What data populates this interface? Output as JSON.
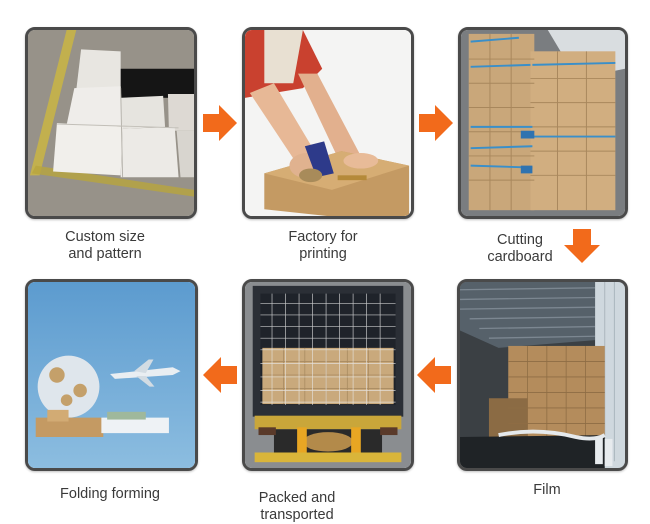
{
  "accent_color": "#f26a1b",
  "steps": [
    {
      "label": "Custom size\nand pattern",
      "line1": "Custom size",
      "line2": "and pattern",
      "image": "stacked-white-sheets-on-pallet"
    },
    {
      "label": "Factory for printing",
      "line1": "Factory for",
      "line2": "printing",
      "image": "worker-taping-cardboard-box"
    },
    {
      "label": "Cutting cardboard",
      "line1": "Cutting",
      "line2": "cardboard",
      "image": "pallets-of-cardboard-boxes-in-warehouse"
    },
    {
      "label": "Film",
      "line1": "Film",
      "line2": "",
      "image": "boxes-inside-shipping-container-with-film"
    },
    {
      "label": "Packed and transported",
      "line1": "Packed and",
      "line2": "transported",
      "image": "netted-boxes-in-truck-trailer"
    },
    {
      "label": "Folding forming",
      "line1": "Folding forming",
      "line2": "",
      "image": "globe-airplane-ship-logistics"
    }
  ],
  "arrows": [
    {
      "direction": "right",
      "from": 1,
      "to": 2
    },
    {
      "direction": "right",
      "from": 2,
      "to": 3
    },
    {
      "direction": "down",
      "from": 3,
      "to": 4
    },
    {
      "direction": "left",
      "from": 4,
      "to": 5
    },
    {
      "direction": "left",
      "from": 5,
      "to": 6
    }
  ]
}
